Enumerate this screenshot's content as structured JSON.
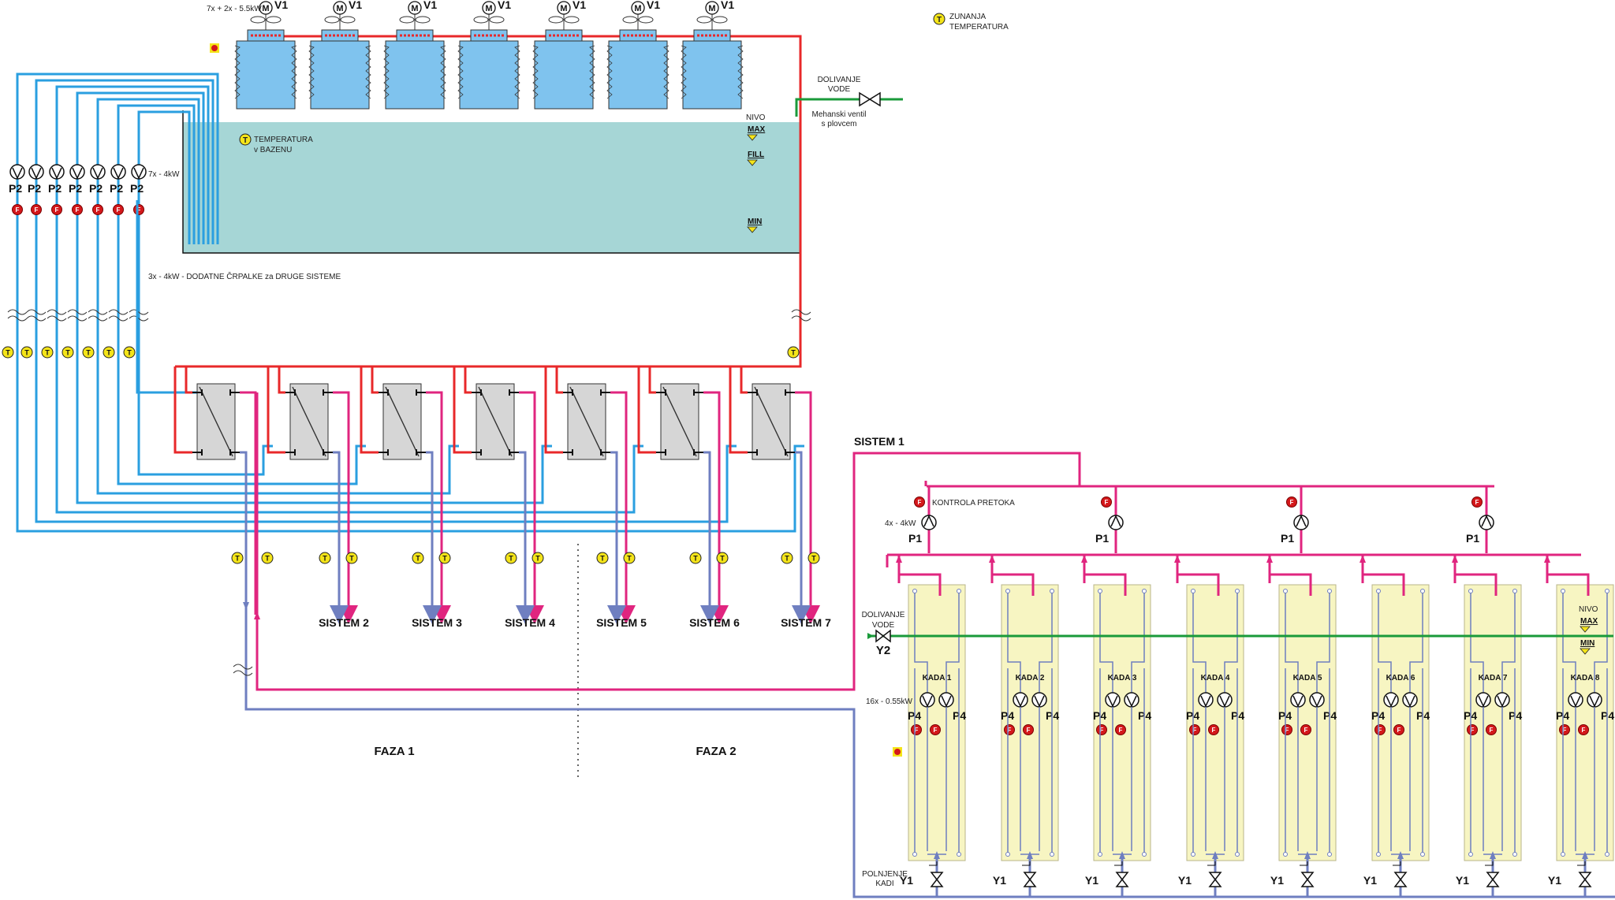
{
  "labels": {
    "fan_spec": "7x + 2x - 5.5kW",
    "fan_tag": "V1",
    "motor_letter": "M",
    "t_letter": "T",
    "f_letter": "F",
    "outside_temp_line1": "ZUNANJA",
    "outside_temp_line2": "TEMPERATURA",
    "pool_temp_line1": "TEMPERATURA",
    "pool_temp_line2": "v BAZENU",
    "refill_line1": "DOLIVANJE",
    "refill_line2": "VODE",
    "valve_line1": "Mehanski ventil",
    "valve_line2": "s plovcem",
    "level_label": "NIVO",
    "level_max": "MAX",
    "level_fill": "FILL",
    "level_min": "MIN",
    "p2_spec": "7x - 4kW",
    "p2_tag": "P2",
    "extra_pumps": "3x - 4kW - DODATNE ČRPALKE za DRUGE SISTEME",
    "phase1": "FAZA 1",
    "phase2": "FAZA 2",
    "system1": "SISTEM 1",
    "flow_control": "KONTROLA PRETOKA",
    "p1_spec": "4x - 4kW",
    "p1_tag": "P1",
    "refill2_line1": "DOLIVANJE",
    "refill2_line2": "VODE",
    "y2_tag": "Y2",
    "p4_spec": "16x - 0.55kW",
    "p4_tag": "P4",
    "fill_line1": "POLNJENJE",
    "fill_line2": "KADI",
    "y1_tag": "Y1",
    "nivo2": "NIVO",
    "max2": "MAX",
    "min2": "MIN"
  },
  "systems": [
    "SISTEM 2",
    "SISTEM 3",
    "SISTEM 4",
    "SISTEM 5",
    "SISTEM 6",
    "SISTEM 7"
  ],
  "tanks": [
    "KADA 1",
    "KADA 2",
    "KADA 3",
    "KADA 4",
    "KADA 5",
    "KADA 6",
    "KADA 7",
    "KADA 8"
  ],
  "colors": {
    "hot": "#e8282a",
    "cold": "#2a9fe0",
    "magenta": "#e0257f",
    "return": "#6f7fc0",
    "green": "#1a9a3a",
    "pool": "#a6d6d6",
    "fan_body": "#7fc3ee",
    "tank": "#f7f5c2"
  }
}
